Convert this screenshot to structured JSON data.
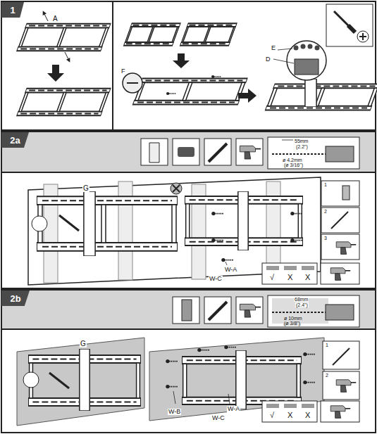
{
  "diagram": {
    "nodes": [
      {
        "text": [
          "1"
        ]
      },
      {
        "text": [
          "2a"
        ]
      },
      {
        "text": [
          "2b"
        ]
      }
    ],
    "labels": [
      "A",
      "E",
      "D",
      "F",
      "55mm",
      "(2.2\")",
      "ø 4.2mm",
      "(ø 3/16\")",
      "G",
      "W-A",
      "W-C",
      "1",
      "2",
      "3",
      "√",
      "X",
      "X",
      "68mm",
      "(2.4\")",
      "ø 10mm",
      "(ø 3/8\")",
      "G",
      "W-B",
      "W-A",
      "W-C",
      "1",
      "2",
      "√",
      "X",
      "X"
    ]
  }
}
